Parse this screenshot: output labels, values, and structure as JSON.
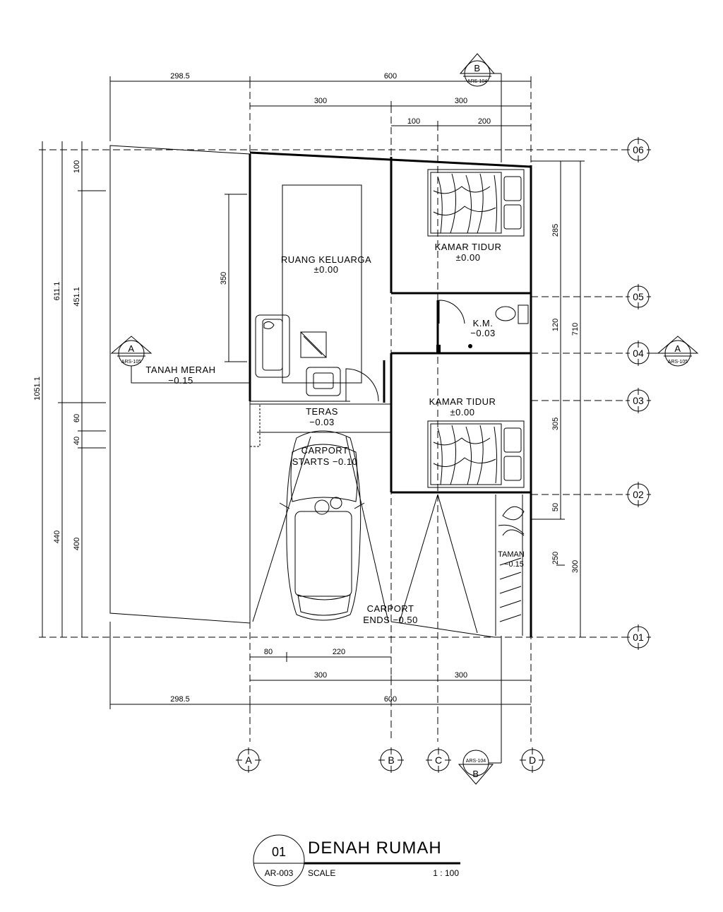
{
  "dimensions": {
    "top_left_total": "298.5",
    "top_right_total": "600",
    "top_mid_left": "300",
    "top_mid_right": "300",
    "top_sub_left": "100",
    "top_sub_right": "200",
    "bottom_sub_left": "80",
    "bottom_sub_right": "220",
    "bottom_mid_left": "300",
    "bottom_mid_right": "300",
    "bottom_left_total": "298.5",
    "bottom_right_total": "600",
    "left_overall": "1051.1",
    "left_upper": "611.1",
    "left_upper_sub": "451.1",
    "left_top_small": "100",
    "left_60": "60",
    "left_40": "40",
    "left_lower": "440",
    "left_lower_sub": "400",
    "living_depth": "350",
    "right_285": "285",
    "right_120": "120",
    "right_710": "710",
    "right_305": "305",
    "right_50": "50",
    "right_250": "250",
    "right_300": "300"
  },
  "rooms": {
    "living_name": "RUANG  KELUARGA",
    "living_level": "±0.00",
    "bed1_name": "KAMAR  TIDUR",
    "bed1_level": "±0.00",
    "km_name": "K.M.",
    "km_level": "−0.03",
    "bed2_name": "KAMAR  TIDUR",
    "bed2_level": "±0.00",
    "teras_name": "TERAS",
    "teras_level": "−0.03",
    "carport_start_1": "CARPORT",
    "carport_start_2": "STARTS  −0.10",
    "carport_end_1": "CARPORT",
    "carport_end_2": "ENDS  −0.50",
    "tanah_name": "TANAH  MERAH",
    "tanah_level": "−0.15",
    "taman_name": "TAMAN",
    "taman_level": "−0.15"
  },
  "grid": {
    "rows": [
      "06",
      "05",
      "04",
      "03",
      "02",
      "01"
    ],
    "cols": [
      "A",
      "B",
      "C",
      "D"
    ]
  },
  "sections": {
    "a_letter": "A",
    "a_ref": "ARS-105",
    "b_letter": "B",
    "b_ref": "ARS-104"
  },
  "title_block": {
    "number": "01",
    "sheet": "AR-003",
    "title": "DENAH RUMAH",
    "scale_label": "SCALE",
    "scale_value": "1 : 100"
  }
}
